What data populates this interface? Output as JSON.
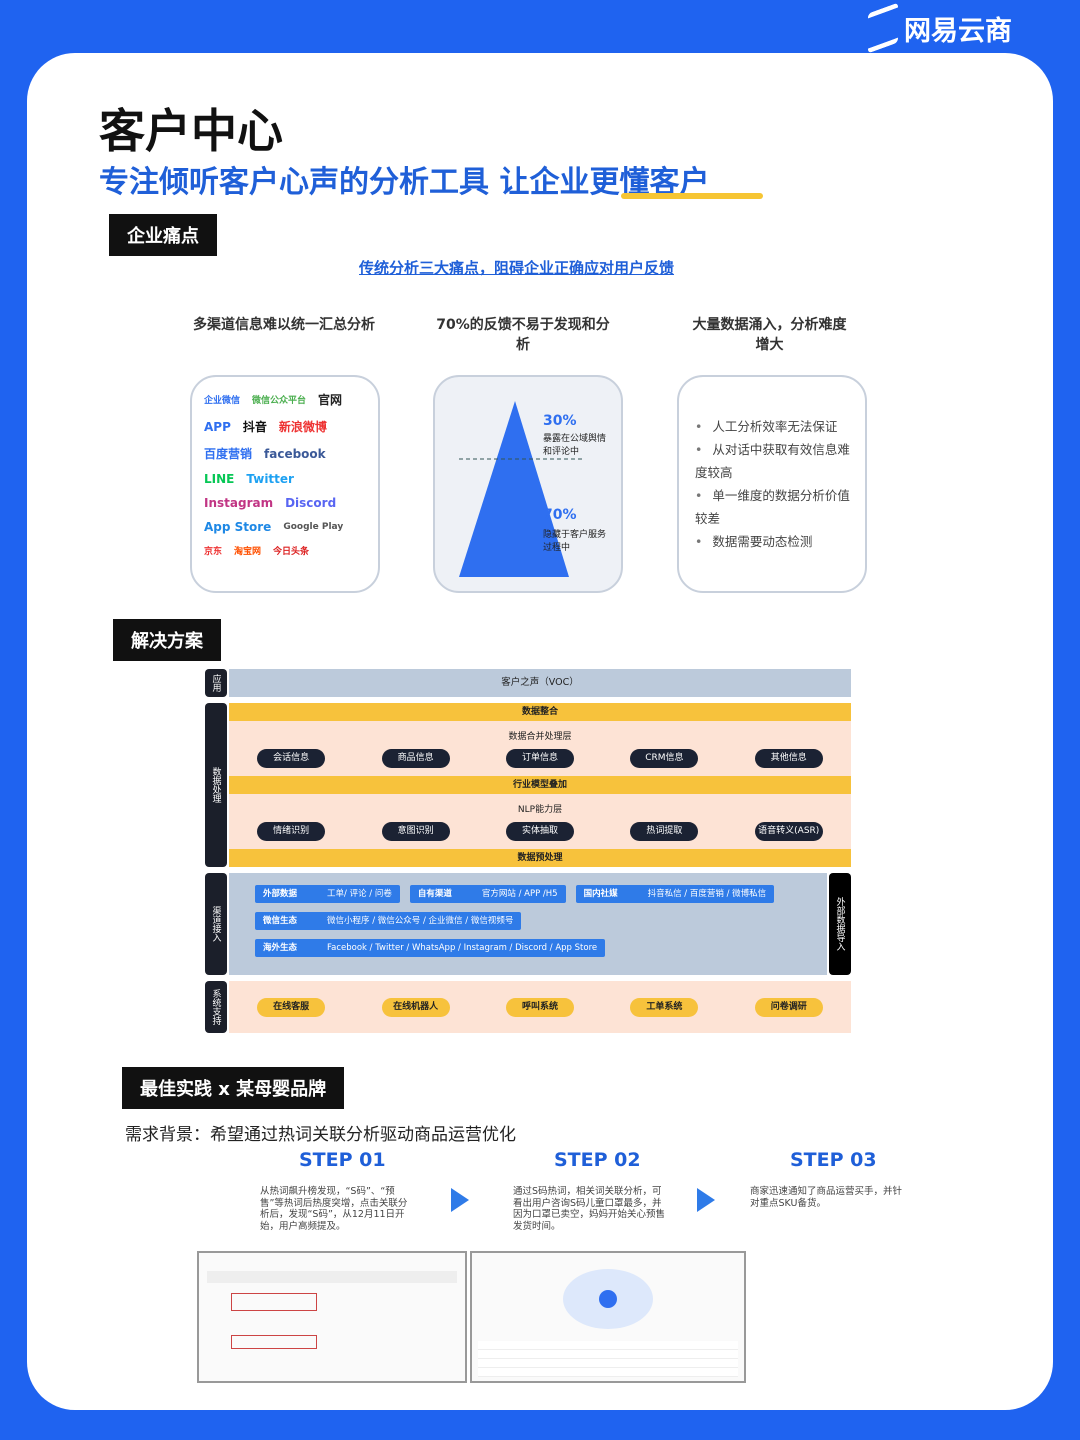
{
  "brand": {
    "name": "网易云商",
    "accent": "#1f63f0"
  },
  "header": {
    "title": "客户中心",
    "subtitle": "专注倾听客户心声的分析工具 让企业更懂客户"
  },
  "pain": {
    "tag": "企业痛点",
    "link": "传统分析三大痛点，阻碍企业正确应对用户反馈",
    "points": [
      "多渠道信息难以统一汇总分析",
      "70%的反馈不易于发现和分析",
      "大量数据涌入，分析难度增大"
    ],
    "channels": [
      "企业微信",
      "微信公众平台",
      "官网",
      "APP",
      "抖音",
      "新浪微博",
      "百度营销",
      "facebook",
      "LINE",
      "Twitter",
      "Instagram",
      "Discord",
      "App Store",
      "Google Play",
      "京东",
      "淘宝网",
      "今日头条"
    ],
    "pyramid": {
      "top_pct": "30%",
      "top_text": "暴露在公域舆情和评论中",
      "bottom_pct": "70%",
      "bottom_text": "隐藏于客户服务过程中"
    },
    "bullets": [
      "人工分析效率无法保证",
      "从对话中获取有效信息难度较高",
      "单一维度的数据分析价值较差",
      "数据需要动态检测"
    ]
  },
  "solution": {
    "tag": "解决方案",
    "app_label": "应用",
    "voc": "客户之声（VOC）",
    "proc_label": "数据处理",
    "integrate": "数据整合",
    "merge_layer": "数据合并处理层",
    "merge_items": [
      "会话信息",
      "商品信息",
      "订单信息",
      "CRM信息",
      "其他信息"
    ],
    "model": "行业模型叠加",
    "nlp_layer": "NLP能力层",
    "nlp_items": [
      "情绪识别",
      "意图识别",
      "实体抽取",
      "热词提取",
      "语音转义(ASR)"
    ],
    "preprocess": "数据预处理",
    "channel_label": "渠道接入",
    "external_label": "外部数据导入",
    "channels": [
      [
        {
          "k": "外部数据",
          "v": "工单/ 评论 / 问卷"
        },
        {
          "k": "自有渠道",
          "v": "官方网站 / APP /H5"
        },
        {
          "k": "国内社媒",
          "v": "抖音私信 / 百度营销 / 微博私信"
        }
      ],
      [
        {
          "k": "微信生态",
          "v": "微信小程序 / 微信公众号 / 企业微信 / 微信视频号"
        }
      ],
      [
        {
          "k": "海外生态",
          "v": "Facebook / Twitter / WhatsApp / Instagram / Discord / App Store"
        }
      ]
    ],
    "support_label": "系统支持",
    "support": [
      "在线客服",
      "在线机器人",
      "呼叫系统",
      "工单系统",
      "问卷调研"
    ]
  },
  "case": {
    "tag": "最佳实践 x 某母婴品牌",
    "background": "需求背景：希望通过热词关联分析驱动商品运营优化",
    "steps": [
      {
        "title": "STEP 01",
        "text": "从热词飙升榜发现，“S码”、“预售”等热词后热度突增，点击关联分析后，发现“S码”，从12月11日开始，用户高频提及。"
      },
      {
        "title": "STEP 02",
        "text": "通过S码热词，相关词关联分析，可看出用户咨询S码儿童口罩最多，并因为口罩已卖空，妈妈开始关心预售发货时间。"
      },
      {
        "title": "STEP 03",
        "text": "商家迅速通知了商品运营买手，并针对重点SKU备货。"
      }
    ]
  }
}
